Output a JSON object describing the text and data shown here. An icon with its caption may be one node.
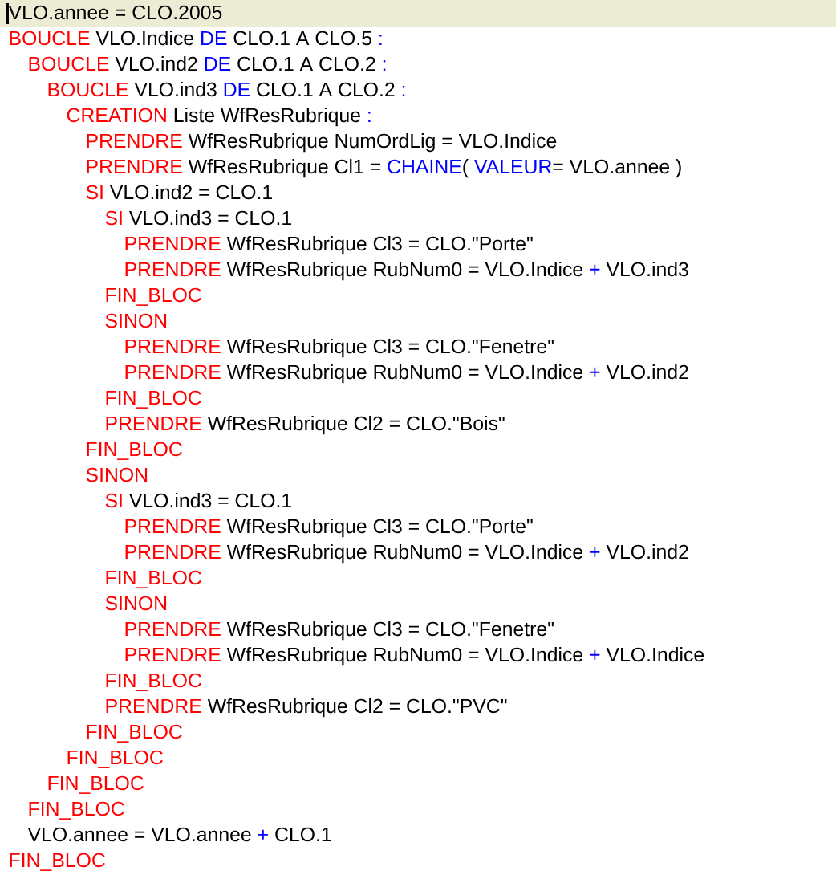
{
  "diagram": {
    "labels": [
      "VLO.annee = CLO.2005",
      "BOUCLE",
      "VLO.Indice",
      "DE",
      "CLO.1 A CLO.5",
      ":",
      "BOUCLE",
      "VLO.ind2",
      "DE",
      "CLO.1 A CLO.2",
      ":",
      "BOUCLE",
      "VLO.ind3",
      "DE",
      "CLO.1 A CLO.2",
      ":",
      "CREATION",
      "Liste WfResRubrique",
      ":",
      "PRENDRE",
      "WfResRubrique NumOrdLig = VLO.Indice",
      "PRENDRE",
      "WfResRubrique Cl1 =",
      "CHAINE",
      "(",
      "VALEUR",
      "= VLO.annee )",
      "SI",
      "VLO.ind2 = CLO.1",
      "SI",
      "VLO.ind3 = CLO.1",
      "PRENDRE",
      "WfResRubrique Cl3 = CLO.\"Porte\"",
      "PRENDRE",
      "WfResRubrique RubNum0 = VLO.Indice",
      "+",
      "VLO.ind3",
      "FIN_BLOC",
      "SINON",
      "PRENDRE",
      "WfResRubrique Cl3 = CLO.\"Fenetre\"",
      "PRENDRE",
      "WfResRubrique RubNum0 = VLO.Indice",
      "+",
      "VLO.ind2",
      "FIN_BLOC",
      "PRENDRE",
      "WfResRubrique Cl2 = CLO.\"Bois\"",
      "FIN_BLOC",
      "SINON",
      "SI",
      "VLO.ind3 = CLO.1",
      "PRENDRE",
      "WfResRubrique Cl3 = CLO.\"Porte\"",
      "PRENDRE",
      "WfResRubrique RubNum0 = VLO.Indice",
      "+",
      "VLO.ind2",
      "FIN_BLOC",
      "SINON",
      "PRENDRE",
      "WfResRubrique Cl3 = CLO.\"Fenetre\"",
      "PRENDRE",
      "WfResRubrique RubNum0 = VLO.Indice",
      "+",
      "VLO.Indice",
      "FIN_BLOC",
      "PRENDRE",
      "WfResRubrique Cl2 = CLO.\"PVC\"",
      "FIN_BLOC",
      "FIN_BLOC",
      "FIN_BLOC",
      "FIN_BLOC",
      "VLO.annee = VLO.annee",
      "+",
      "CLO.1",
      "FIN_BLOC"
    ]
  }
}
